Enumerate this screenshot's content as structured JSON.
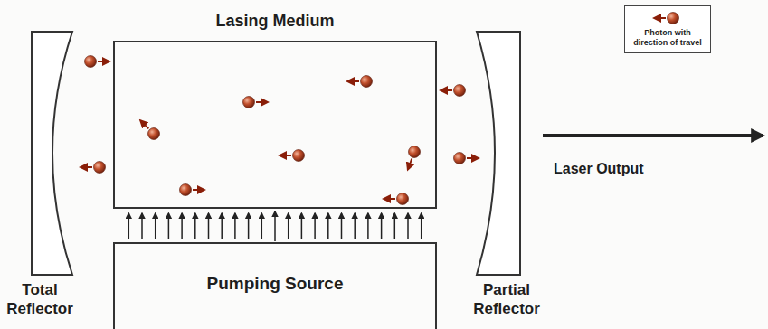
{
  "diagram": {
    "nodes": [
      {
        "text": [
          "Lasing Medium"
        ]
      },
      {
        "text": [
          "Total Reflector"
        ]
      },
      {
        "text": [
          "Pumping Source"
        ]
      },
      {
        "text": [
          "Partial Reflector"
        ]
      }
    ],
    "edges": [
      {
        "from": 2,
        "to": 0,
        "arrow": "to"
      }
    ],
    "labels": [
      "Laser Output"
    ],
    "legend": [
      {
        "text": "Photon with direction of travel"
      }
    ]
  }
}
